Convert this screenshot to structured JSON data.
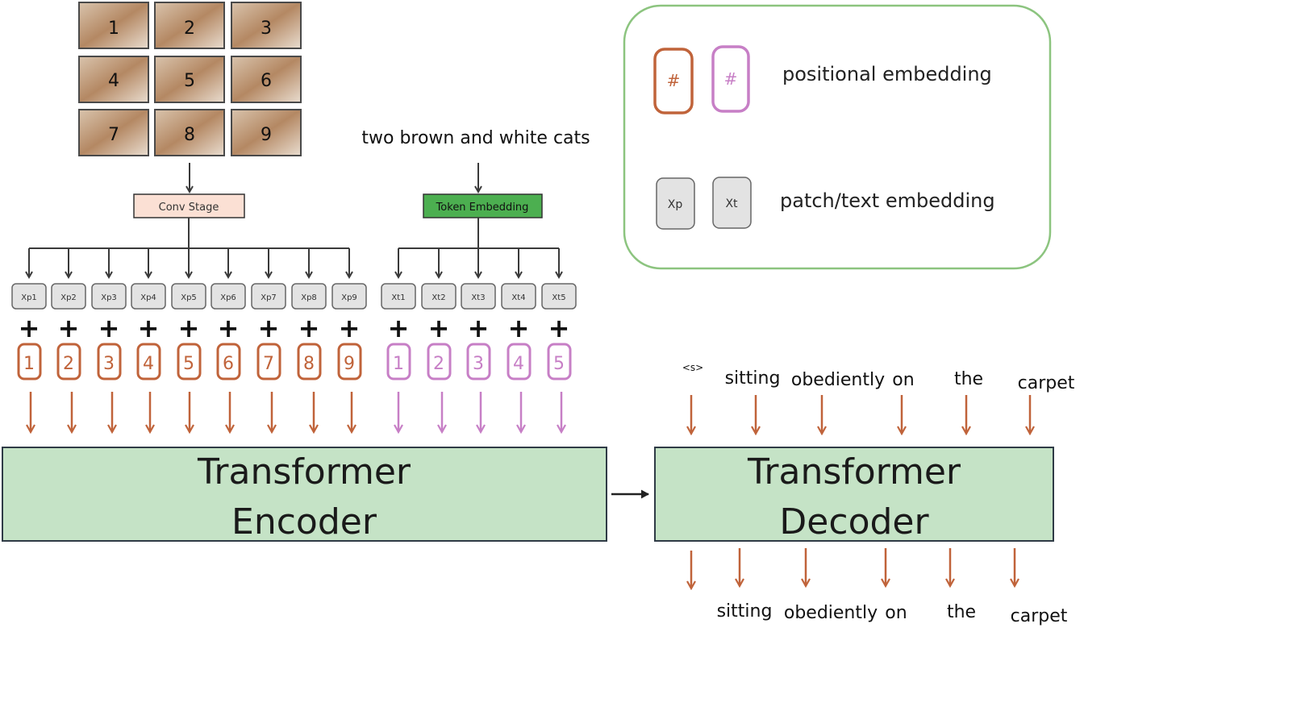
{
  "image_patches": [
    "1",
    "2",
    "3",
    "4",
    "5",
    "6",
    "7",
    "8",
    "9"
  ],
  "caption": "two brown and white cats",
  "conv_stage_label": "Conv Stage",
  "token_embedding_label": "Token Embedding",
  "patch_tokens": [
    "Xp1",
    "Xp2",
    "Xp3",
    "Xp4",
    "Xp5",
    "Xp6",
    "Xp7",
    "Xp8",
    "Xp9"
  ],
  "text_tokens": [
    "Xt1",
    "Xt2",
    "Xt3",
    "Xt4",
    "Xt5"
  ],
  "plus_sign": "+",
  "patch_positions": [
    "1",
    "2",
    "3",
    "4",
    "5",
    "6",
    "7",
    "8",
    "9"
  ],
  "text_positions": [
    "1",
    "2",
    "3",
    "4",
    "5"
  ],
  "encoder": {
    "line1": "Transformer",
    "line2": "Encoder"
  },
  "decoder": {
    "line1": "Transformer",
    "line2": "Decoder"
  },
  "decoder_inputs": [
    "<s>",
    "sitting",
    "obediently",
    "on",
    "the",
    "carpet"
  ],
  "decoder_outputs": [
    "sitting",
    "obediently",
    "on",
    "the",
    "carpet"
  ],
  "legend": {
    "pos_symbol": "#",
    "pos_label": "positional embedding",
    "patch_symbol": "Xp",
    "text_symbol": "Xt",
    "emb_label": "patch/text embedding"
  },
  "colors": {
    "patch_pos": "#c0633a",
    "text_pos": "#c77fc6",
    "arrow": "#c0633a",
    "block_fill": "#c5e3c6",
    "legend_border": "#8cc47f",
    "token_fill": "#e3e3e3",
    "conv_fill": "#fbe0d4",
    "token_embed_fill": "#4caf50",
    "dark": "#3a3a3a"
  }
}
